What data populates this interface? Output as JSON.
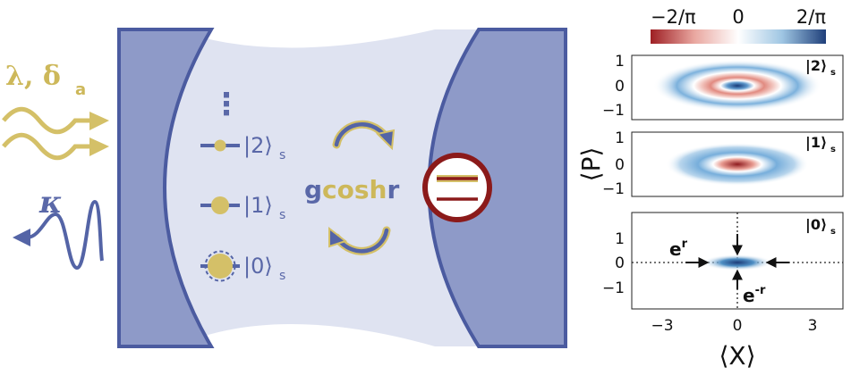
{
  "drive_label": "λ, δ",
  "drive_sub": "a",
  "decay_label": "κ",
  "levels": [
    {
      "ket": "|2⟩",
      "sub": "s"
    },
    {
      "ket": "|1⟩",
      "sub": "s"
    },
    {
      "ket": "|0⟩",
      "sub": "s"
    }
  ],
  "levels_ellipsis": "⋮",
  "coupling": {
    "g": "g",
    "cosh": "cosh",
    "r": "r"
  },
  "colorbar": {
    "min_label": "−2/π",
    "mid_label": "0",
    "max_label": "2/π",
    "colors": [
      "#9e1f24",
      "#e9a7a0",
      "#ffffff",
      "#9fc6e3",
      "#1f3f7a"
    ]
  },
  "panels": [
    {
      "label": "|2⟩",
      "sub": "s",
      "yticks": [
        "1",
        "0",
        "−1"
      ]
    },
    {
      "label": "|1⟩",
      "sub": "s",
      "yticks": [
        "1",
        "0",
        "−1"
      ]
    },
    {
      "label": "|0⟩",
      "sub": "s",
      "yticks": [
        "1",
        "0",
        "−1"
      ]
    }
  ],
  "xticks": [
    "−3",
    "0",
    "3"
  ],
  "xlabel": "⟨X⟩",
  "ylabel": "⟨P⟩",
  "squeeze_labels": {
    "er": "e",
    "er_exp": "r",
    "emr": "e",
    "emr_exp": "-r"
  },
  "colors": {
    "mirror": "#8e9ac8",
    "mirror_edge": "#4b5ba0",
    "cavity": "#dfe3f1",
    "gold": "#d4c068",
    "navy": "#5464a6",
    "emitter_ring": "#8b1a1a"
  }
}
